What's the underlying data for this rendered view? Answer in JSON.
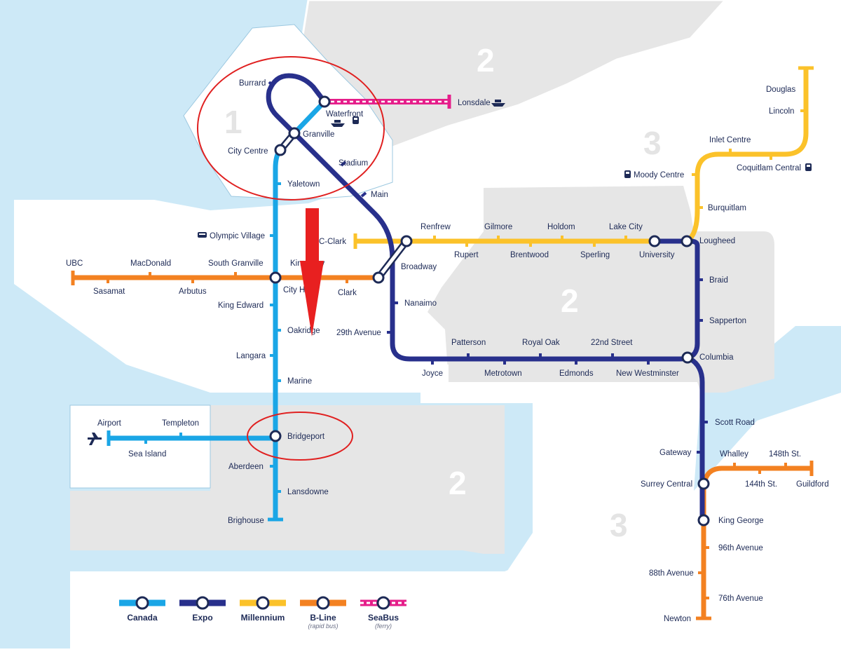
{
  "colors": {
    "water": "#cde9f7",
    "zone_gray": "#e6e6e6",
    "canada": "#1aa6e6",
    "expo": "#28308c",
    "millennium": "#fbc22a",
    "bline": "#f38121",
    "seabus": "#e51e8a",
    "annotation_red": "#e02020",
    "text": "#1d2a56"
  },
  "zones": [
    "1",
    "2",
    "2",
    "2",
    "3",
    "3"
  ],
  "icons": [
    "ferry-icon",
    "bus-icon",
    "airplane-icon",
    "train-icon"
  ],
  "stations": {
    "burrard": "Burrard",
    "waterfront": "Waterfront",
    "lonsdale": "Lonsdale",
    "granville": "Granville",
    "city_centre": "City Centre",
    "stadium": "Stadium",
    "yaletown": "Yaletown",
    "main": "Main",
    "olympic_village": "Olympic Village",
    "vcc_clark": "VCC-Clark",
    "renfrew": "Renfrew",
    "gilmore": "Gilmore",
    "holdom": "Holdom",
    "lake_city": "Lake City",
    "rupert": "Rupert",
    "brentwood": "Brentwood",
    "sperling": "Sperling",
    "university": "University",
    "lougheed": "Lougheed",
    "ubc": "UBC",
    "macdonald": "MacDonald",
    "south_granville": "South Granville",
    "kingsway": "Kingsway",
    "sasamat": "Sasamat",
    "arbutus": "Arbutus",
    "city_hall": "City Hall",
    "clark": "Clark",
    "broadway": "Broadway",
    "king_edward": "King Edward",
    "nanaimo": "Nanaimo",
    "oakridge": "Oakridge",
    "twenty_ninth": "29th Avenue",
    "langara": "Langara",
    "patterson": "Patterson",
    "royal_oak": "Royal Oak",
    "twenty_second": "22nd Street",
    "joyce": "Joyce",
    "metrotown": "Metrotown",
    "edmonds": "Edmonds",
    "new_westminster": "New Westminster",
    "columbia": "Columbia",
    "marine": "Marine",
    "airport": "Airport",
    "templeton": "Templeton",
    "sea_island": "Sea Island",
    "bridgeport": "Bridgeport",
    "aberdeen": "Aberdeen",
    "lansdowne": "Lansdowne",
    "brighouse": "Brighouse",
    "douglas": "Douglas",
    "lincoln": "Lincoln",
    "inlet_centre": "Inlet Centre",
    "coquitlam_central": "Coquitlam Central",
    "moody_centre": "Moody Centre",
    "burquitlam": "Burquitlam",
    "braid": "Braid",
    "sapperton": "Sapperton",
    "scott_road": "Scott Road",
    "gateway": "Gateway",
    "whalley": "Whalley",
    "one_forty_eighth": "148th St.",
    "surrey_central": "Surrey Central",
    "one_forty_fourth": "144th St.",
    "guildford": "Guildford",
    "king_george": "King George",
    "ninety_sixth": "96th Avenue",
    "eighty_eighth": "88th Avenue",
    "seventy_sixth": "76th Avenue",
    "newton": "Newton"
  },
  "legend": {
    "canada": "Canada",
    "expo": "Expo",
    "millennium": "Millennium",
    "bline": "B-Line",
    "bline_sub": "(rapid bus)",
    "seabus": "SeaBus",
    "seabus_sub": "(ferry)"
  }
}
